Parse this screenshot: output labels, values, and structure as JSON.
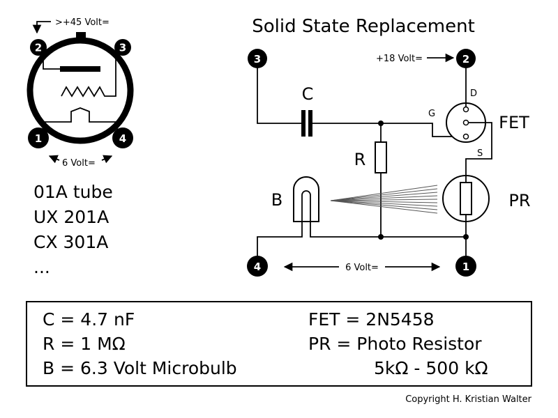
{
  "title": "Solid State Replacement",
  "tube": {
    "top_voltage": ">+45 Volt=",
    "bottom_voltage": "6 Volt=",
    "pins": [
      "1",
      "2",
      "3",
      "4"
    ],
    "names": [
      "01A tube",
      "UX 201A",
      "CX 301A",
      "..."
    ]
  },
  "schematic": {
    "pins": [
      "1",
      "2",
      "3",
      "4"
    ],
    "supply_label": "+18 Volt=",
    "bottom_label": "6 Volt=",
    "components": {
      "C": "C",
      "R": "R",
      "B": "B",
      "FET": "FET",
      "PR": "PR"
    },
    "fet_terminals": {
      "D": "D",
      "G": "G",
      "S": "S"
    }
  },
  "legend": {
    "left": [
      "C = 4.7 nF",
      "R = 1 MΩ",
      "B = 6.3 Volt Microbulb"
    ],
    "right": [
      "FET = 2N5458",
      "PR  = Photo Resistor",
      "5kΩ  - 500 kΩ"
    ]
  },
  "copyright": "Copyright H. Kristian Walter"
}
